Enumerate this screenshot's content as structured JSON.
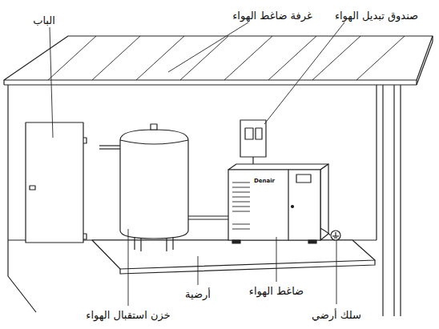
{
  "diagram": {
    "labels": [
      "غرفة ضاغط الهواء",
      "صندوق تبديل الهواء",
      "الباب",
      "خزن استقبال الهواء",
      "أرضية",
      "ضاغط الهواء",
      "سلك أرضي",
      "Denair"
    ]
  }
}
